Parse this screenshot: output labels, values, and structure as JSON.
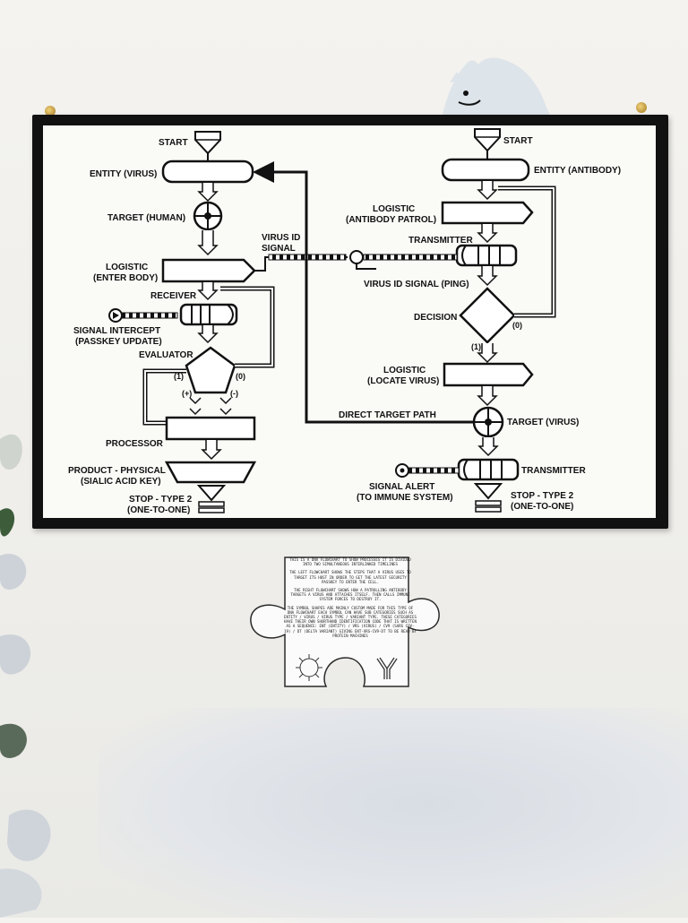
{
  "left_flow": {
    "start": "START",
    "entity": "ENTITY (VIRUS)",
    "target": "TARGET (HUMAN)",
    "virus_id_signal": [
      "VIRUS ID",
      "SIGNAL"
    ],
    "logistic": [
      "LOGISTIC",
      "(ENTER BODY)"
    ],
    "receiver": "RECEIVER",
    "signal_intercept": [
      "SIGNAL INTERCEPT",
      "(PASSKEY UPDATE)"
    ],
    "evaluator": "EVALUATOR",
    "evaluator_branch_1": "(1)",
    "evaluator_branch_0": "(0)",
    "plus": "(+)",
    "minus": "(-)",
    "processor": "PROCESSOR",
    "product": [
      "PRODUCT - PHYSICAL",
      "(SIALIC ACID KEY)"
    ],
    "stop": [
      "STOP - TYPE 2",
      "(ONE-TO-ONE)"
    ]
  },
  "right_flow": {
    "start": "START",
    "entity": "ENTITY (ANTIBODY)",
    "logistic_patrol": [
      "LOGISTIC",
      "(ANTIBODY PATROL)"
    ],
    "transmitter": "TRANSMITTER",
    "virus_id_ping": "VIRUS ID SIGNAL (PING)",
    "decision": "DECISION",
    "decision_1": "(1)",
    "decision_0": "(0)",
    "logistic_locate": [
      "LOGISTIC",
      "(LOCATE VIRUS)"
    ],
    "direct_target_path": "DIRECT TARGET PATH",
    "target": "TARGET (VIRUS)",
    "transmitter2": "TRANSMITTER",
    "signal_alert": [
      "SIGNAL ALERT",
      "(TO IMMUNE SYSTEM)"
    ],
    "stop": [
      "STOP - TYPE 2",
      "(ONE-TO-ONE)"
    ]
  },
  "puzzle_note": {
    "p1": "THIS IS A DNA FLOWCHART TO SHOW PROCESSES IT IS DIVIDED INTO TWO SIMULTANEOUS INTERLINKED TIMELINES",
    "p2": "THE LEFT FLOWCHART SHOWS THE STEPS THAT A VIRUS USES TO TARGET ITS HOST IN ORDER TO GET THE LATEST SECURITY PASSKEY TO ENTER THE CELL.",
    "p3": "THE RIGHT FLOWCHART SHOWS HOW A PATROLLING ANTIBODY TARGETS A VIRUS AND ATTACHES ITSELF. THEN CALLS IMMUNE SYSTEM FORCES TO DESTROY IT.",
    "p4": "THE SYMBOL SHAPES ARE MAINLY CUSTOM MADE FOR THIS TYPE OF DNA FLOWCHART EACH SYMBOL CAN HAVE SUB CATEGORIES SUCH AS ENTITY / VIRUS / VIRUS TYPE / VARIANT TYPE. THESE CATEGORIES HAVE THEIR OWN SHORTHAND IDENTIFICATION CODE THAT IS WRITTEN AS A SEQUENCE: ENT (ENTITY) / VRS (VIRUS) / CV9 (SARS COV-19) / DT (DELTA VARIANT) GIVING ENT-VRS-CV9-DT TO BE READ BY PROTEIN MACHINES"
  },
  "colors": {
    "frame": "#111111",
    "board": "#fafaf7",
    "wall": "#f0efeb",
    "snail": "#dde4ea"
  },
  "icons": [
    "virus-icon",
    "antibody-icon",
    "snail-figure",
    "plant-shadow"
  ]
}
